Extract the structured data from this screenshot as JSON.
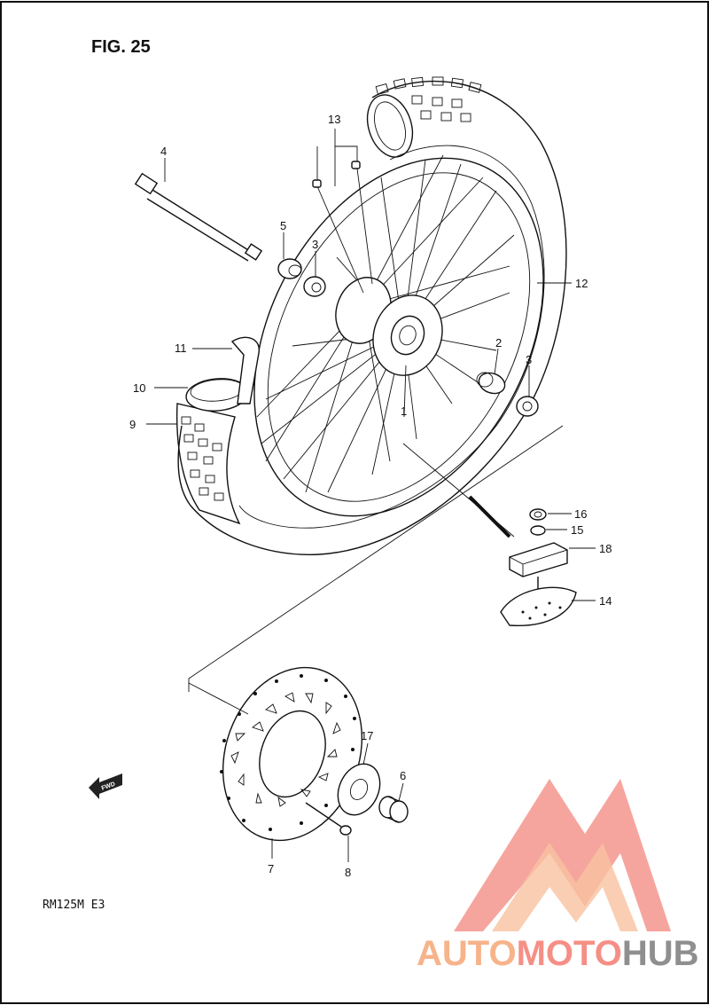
{
  "figure_title": "FIG. 25",
  "model_code": "RM125M  E3",
  "fwd_label": "FWD",
  "watermark": {
    "part1": "AUTO",
    "part2": "MOTO",
    "part3": "HUB",
    "colors": {
      "orange": "#f7b38a",
      "red": "#f58f86",
      "grey": "#8f8f8f"
    }
  },
  "part_callouts": [
    {
      "id": "1",
      "label": "1"
    },
    {
      "id": "2",
      "label": "2"
    },
    {
      "id": "3a",
      "label": "3"
    },
    {
      "id": "3b",
      "label": "3"
    },
    {
      "id": "4",
      "label": "4"
    },
    {
      "id": "5",
      "label": "5"
    },
    {
      "id": "6",
      "label": "6"
    },
    {
      "id": "7",
      "label": "7"
    },
    {
      "id": "8",
      "label": "8"
    },
    {
      "id": "9",
      "label": "9"
    },
    {
      "id": "10",
      "label": "10"
    },
    {
      "id": "11",
      "label": "11"
    },
    {
      "id": "12",
      "label": "12"
    },
    {
      "id": "13",
      "label": "13"
    },
    {
      "id": "14",
      "label": "14"
    },
    {
      "id": "15",
      "label": "15"
    },
    {
      "id": "16",
      "label": "16"
    },
    {
      "id": "17",
      "label": "17"
    },
    {
      "id": "18",
      "label": "18"
    }
  ]
}
